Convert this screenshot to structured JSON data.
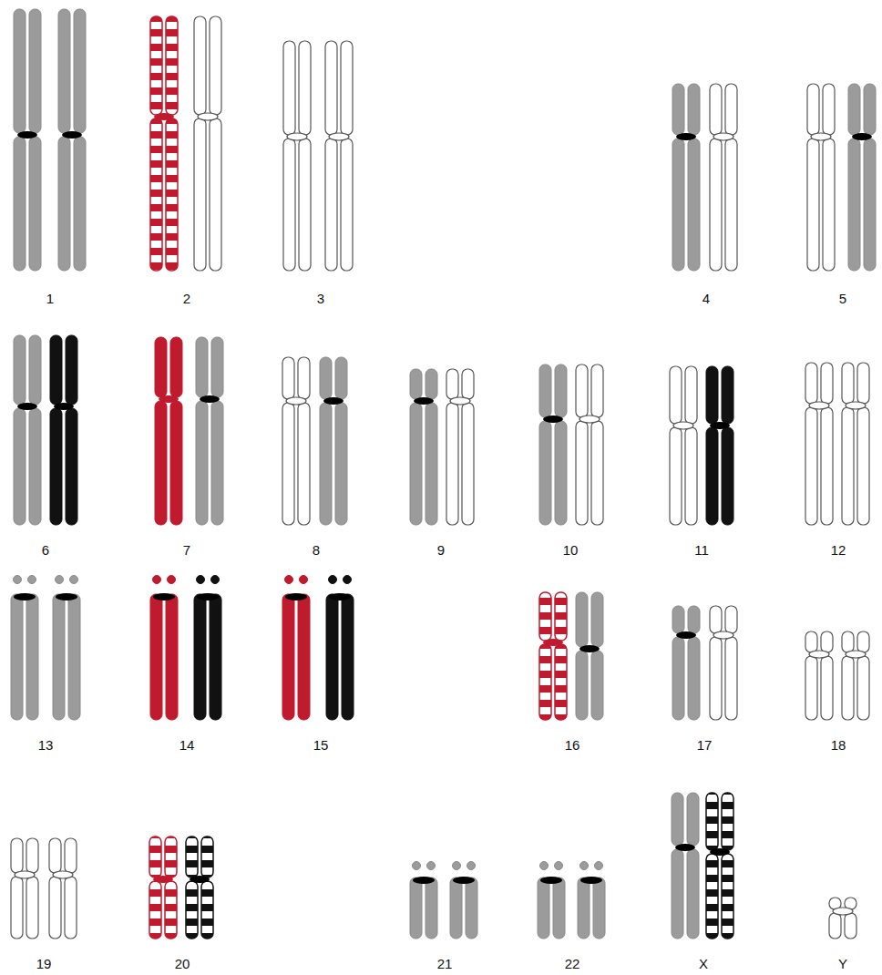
{
  "diagram": {
    "labels": [
      "1",
      "2",
      "3",
      "4",
      "5",
      "6",
      "7",
      "8",
      "9",
      "10",
      "11",
      "12",
      "13",
      "14",
      "15",
      "16",
      "17",
      "18",
      "19",
      "20",
      "21",
      "22",
      "X",
      "Y"
    ]
  }
}
